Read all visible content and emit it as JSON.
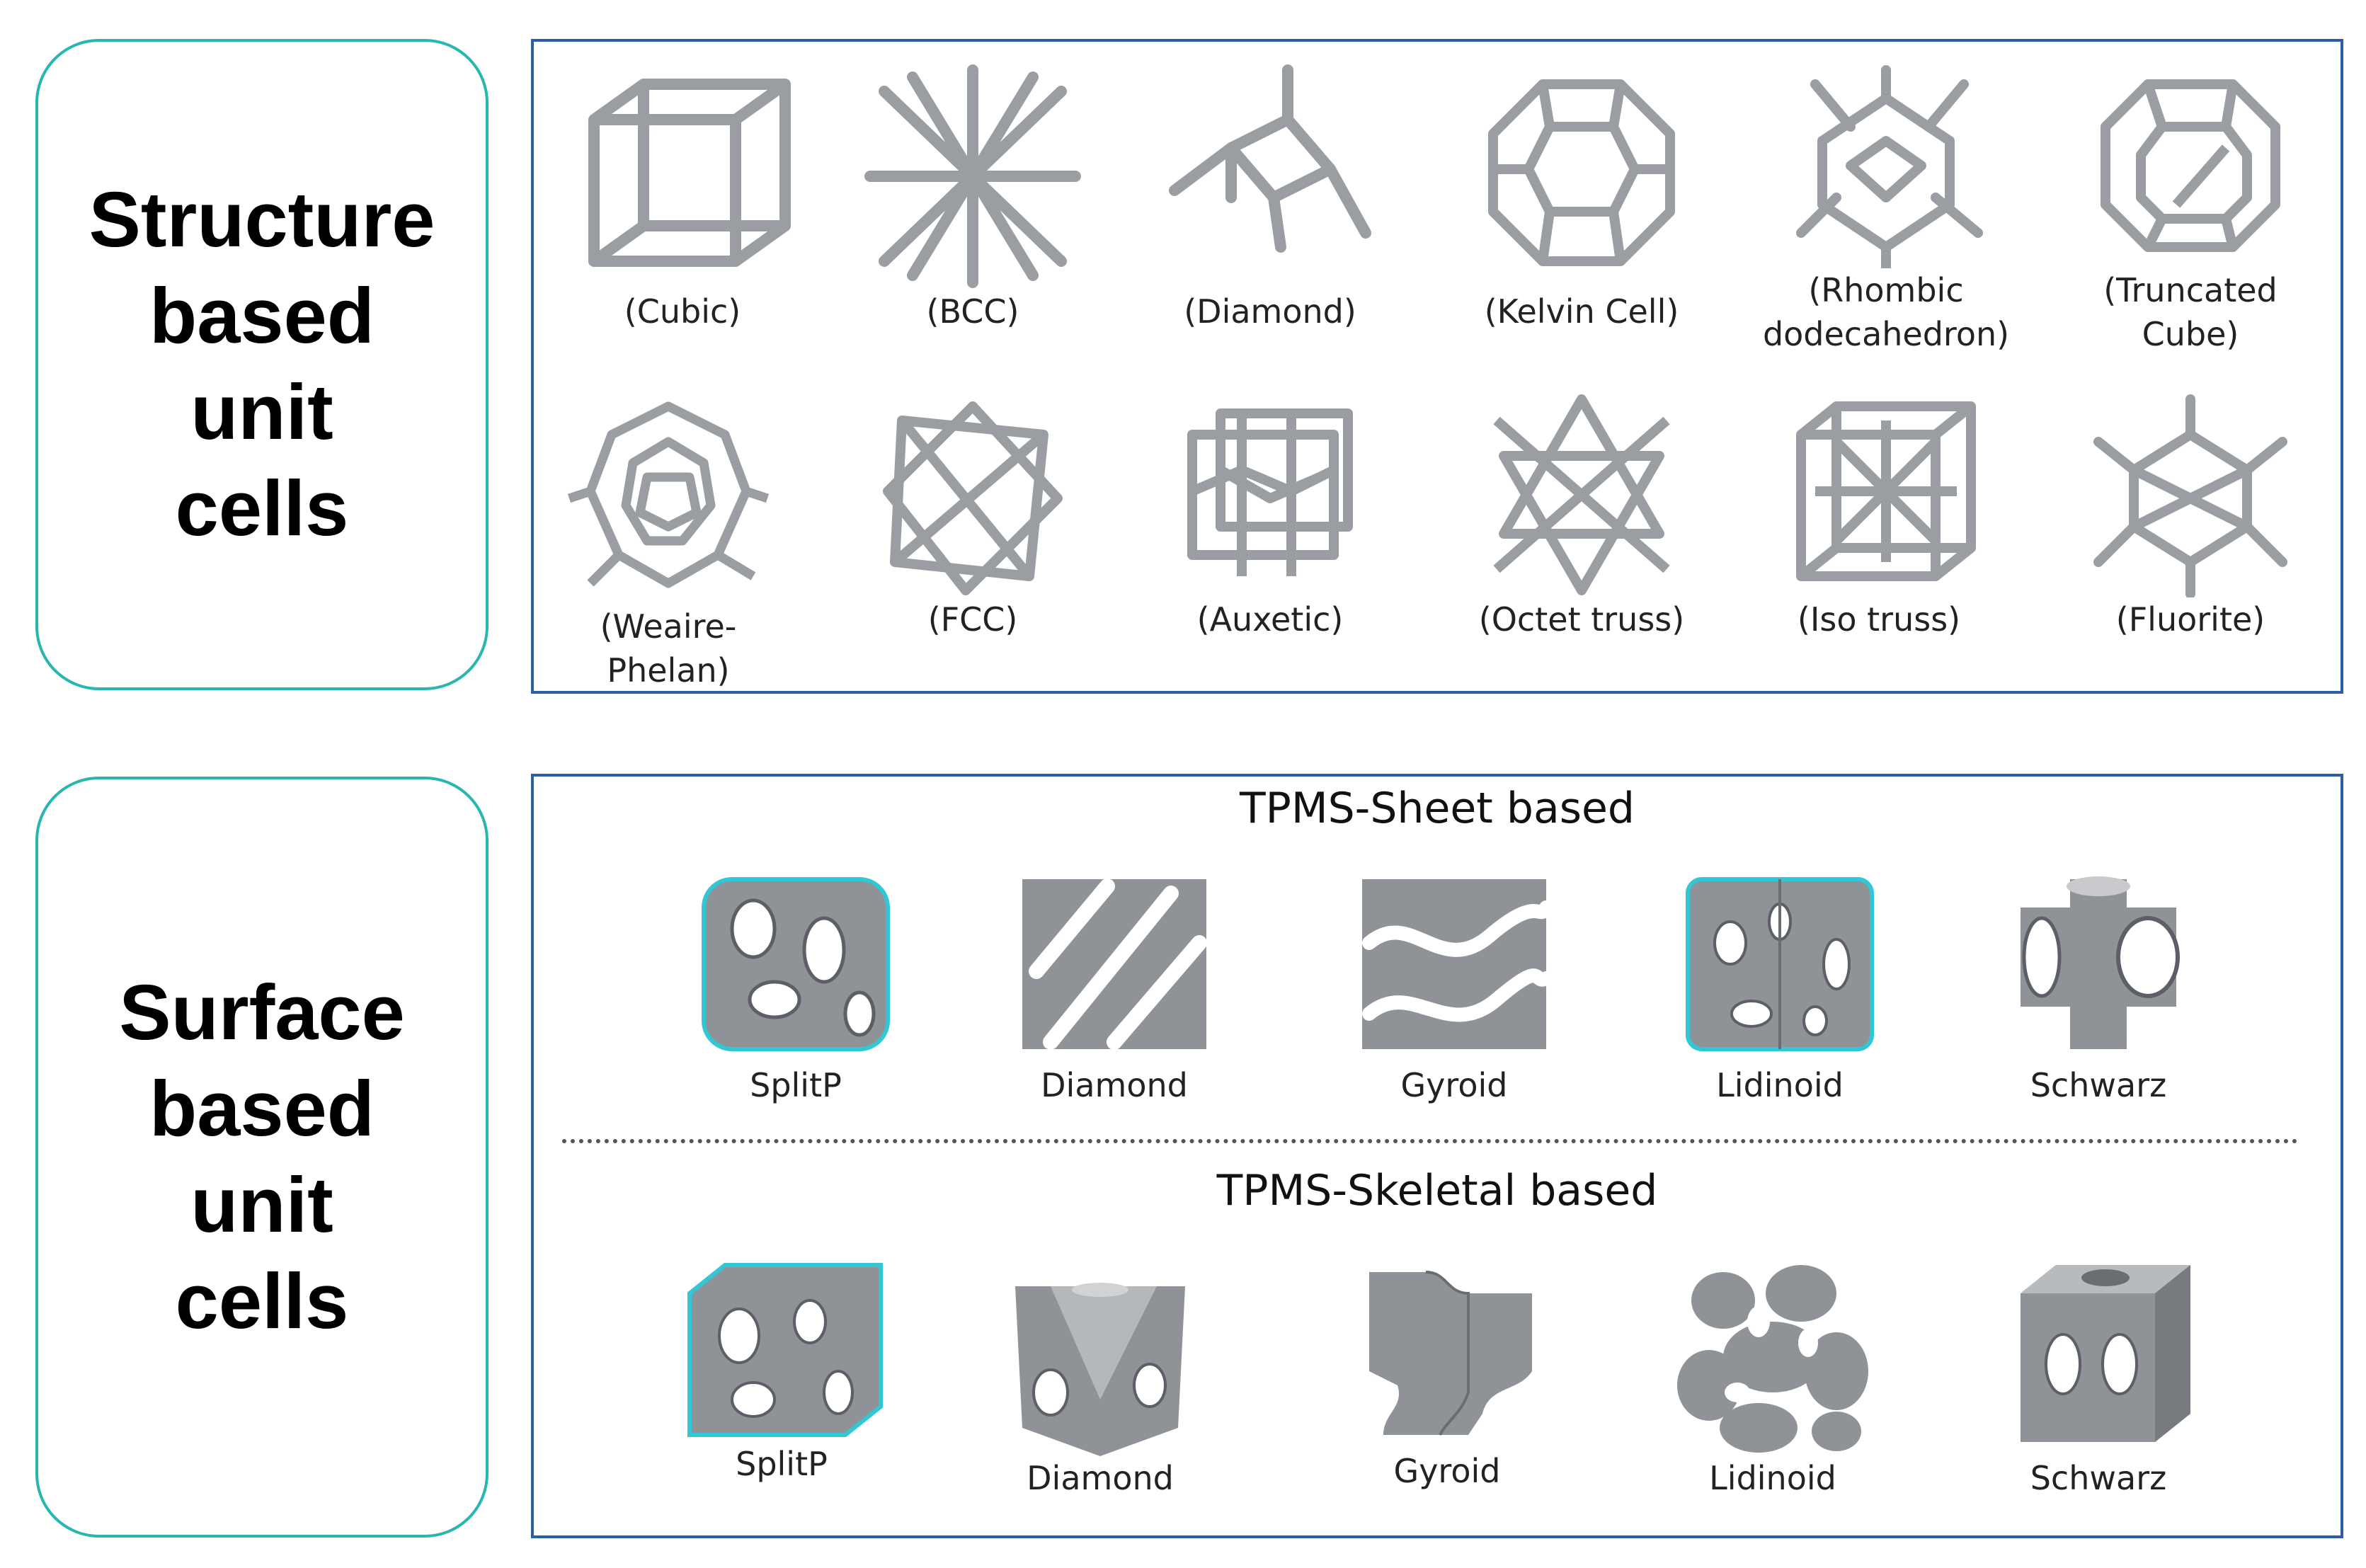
{
  "structure": {
    "label_lines": [
      "Structure",
      "based",
      "unit",
      "cells"
    ],
    "row1": [
      "(Cubic)",
      "(BCC)",
      "(Diamond)",
      "(Kelvin Cell)",
      "(Rhombic",
      "dodecahedron)",
      "(Truncated",
      "Cube)"
    ],
    "row2": [
      "(Weaire-",
      "Phelan)",
      "(FCC)",
      "(Auxetic)",
      "(Octet truss)",
      "(Iso truss)",
      "(Fluorite)"
    ]
  },
  "surface": {
    "label_lines": [
      "Surface",
      "based",
      "unit",
      "cells"
    ],
    "sheet_title": "TPMS-Sheet based",
    "skeletal_title": "TPMS-Skeletal based",
    "sheet_items": [
      "SplitP",
      "Diamond",
      "Gyroid",
      "Lidinoid",
      "Schwarz"
    ],
    "skeletal_items": [
      "SplitP",
      "Diamond",
      "Gyroid",
      "Lidinoid",
      "Schwarz"
    ]
  },
  "colors": {
    "side_border": "#27b6b0",
    "panel_border": "#2b5fa6",
    "strut": "#9a9ea3",
    "surface": "#8f9297",
    "highlight": "#31c7d4"
  }
}
